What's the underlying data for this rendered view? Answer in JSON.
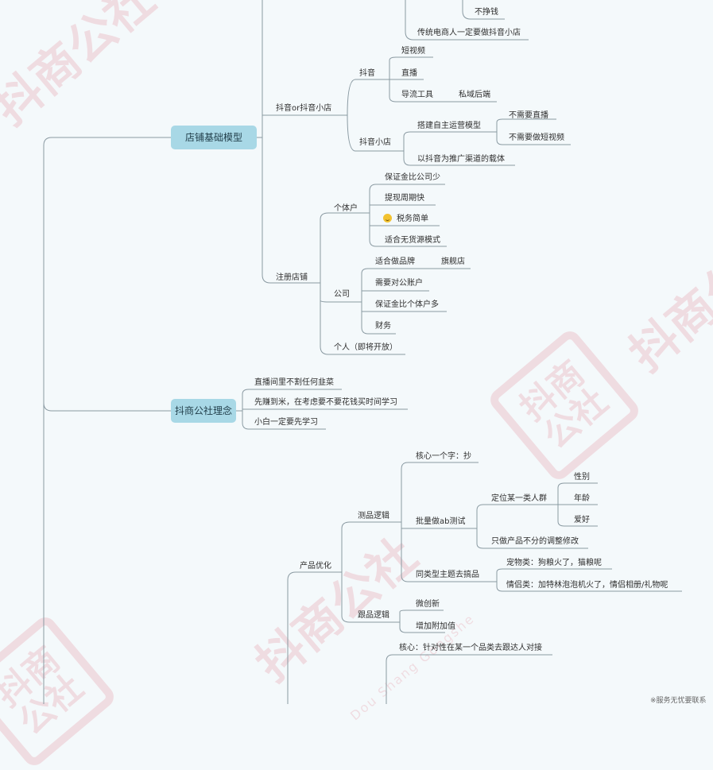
{
  "watermark": {
    "seal_text": "抖商公社",
    "brand_text": "抖商公社",
    "sub_text": "Dou Shang Gongshe",
    "color": "#d0001b"
  },
  "mindmap": {
    "main_nodes": {
      "shop_model": "店铺基础模型",
      "philosophy": "抖商公社理念"
    },
    "top": {
      "not_earn": "不挣钱",
      "traditional": "传统电商人一定要做抖音小店"
    },
    "douyin_or_shop": {
      "label": "抖音or抖音小店",
      "douyin": "抖音",
      "short_video": "短视频",
      "live": "直播",
      "traffic_tool": "导流工具",
      "private_domain": "私域后端",
      "douyin_shop": "抖音小店",
      "self_operated": "搭建自主运营模型",
      "no_live": "不需要直播",
      "no_short_video": "不需要做短视频",
      "carrier": "以抖音为推广渠道的载体"
    },
    "register": {
      "label": "注册店铺",
      "individual": "个体户",
      "less_deposit": "保证金比公司少",
      "fast_withdraw": "提现周期快",
      "simple_tax": "税务简单",
      "no_stock": "适合无货源模式",
      "company": "公司",
      "brand_fit": "适合做品牌",
      "flagship": "旗舰店",
      "public_account": "需要对公账户",
      "more_deposit": "保证金比个体户多",
      "finance": "财务",
      "personal": "个人（即将开放）"
    },
    "philosophy_items": [
      "直播间里不割任何韭菜",
      "先赚到米，在考虑要不要花钱买时间学习",
      "小白一定要先学习"
    ],
    "product": {
      "label": "产品优化",
      "selection_logic": "测品逻辑",
      "core_word": "核心一个字：抄",
      "batch_ab": "批量做ab测试",
      "target_group": "定位某一类人群",
      "gender": "性别",
      "age": "年龄",
      "hobby": "爱好",
      "adjust_only": "只做产品不分的调整修改",
      "same_theme": "同类型主题去搞品",
      "pet": "宠物类：狗粮火了，猫粮呢",
      "couple": "情侣类：加特林泡泡机火了，情侣相册/礼物呢",
      "follow_logic": "跟品逻辑",
      "micro_innovation": "微创新",
      "add_value": "增加附加值",
      "core_target": "核心：针对性在某一个品类去跟达人对接"
    },
    "corner_text": "※服务无忧要联系"
  }
}
